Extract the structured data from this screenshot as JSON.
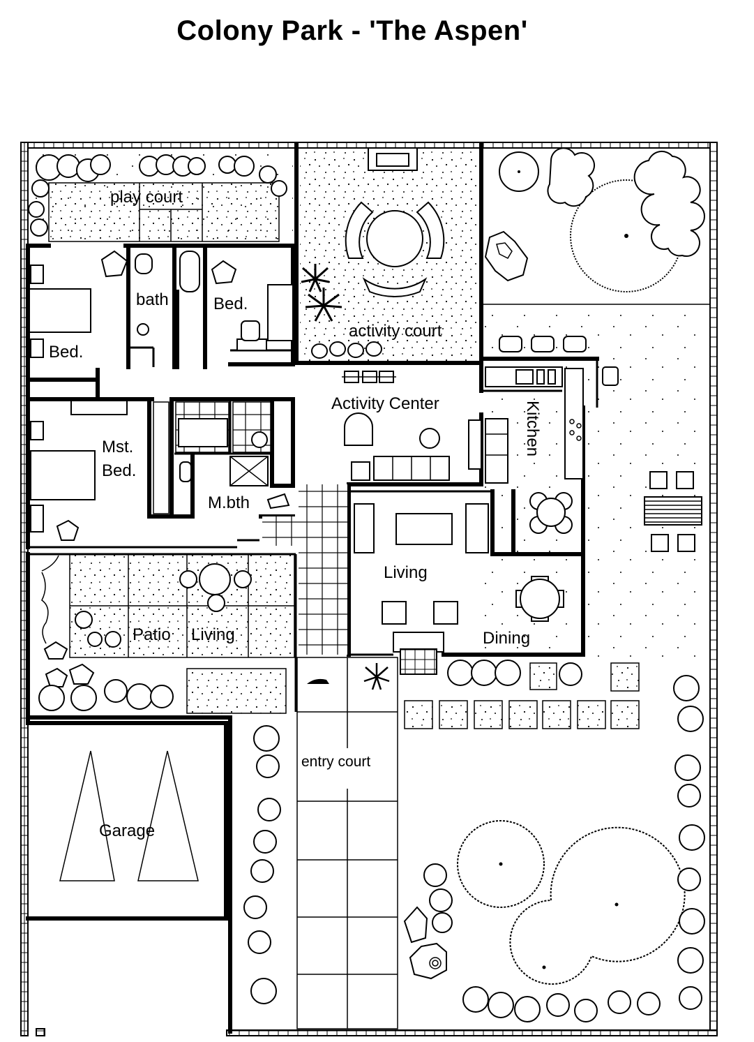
{
  "title": "Colony Park -  'The Aspen'",
  "rooms": {
    "play_court": "play court",
    "bath": "bath",
    "bed_center": "Bed.",
    "bed_left": "Bed.",
    "activity_court": "activity court",
    "activity_center": "Activity Center",
    "kitchen": "Kitchen",
    "master_bed_line1": "Mst.",
    "master_bed_line2": "Bed.",
    "master_bath": "M.bth",
    "living": "Living",
    "patio_living_1": "Patio",
    "patio_living_2": "Living",
    "dining": "Dining",
    "entry_court": "entry court",
    "garage": "Garage"
  },
  "colors": {
    "ink": "#000000",
    "paper": "#ffffff"
  }
}
